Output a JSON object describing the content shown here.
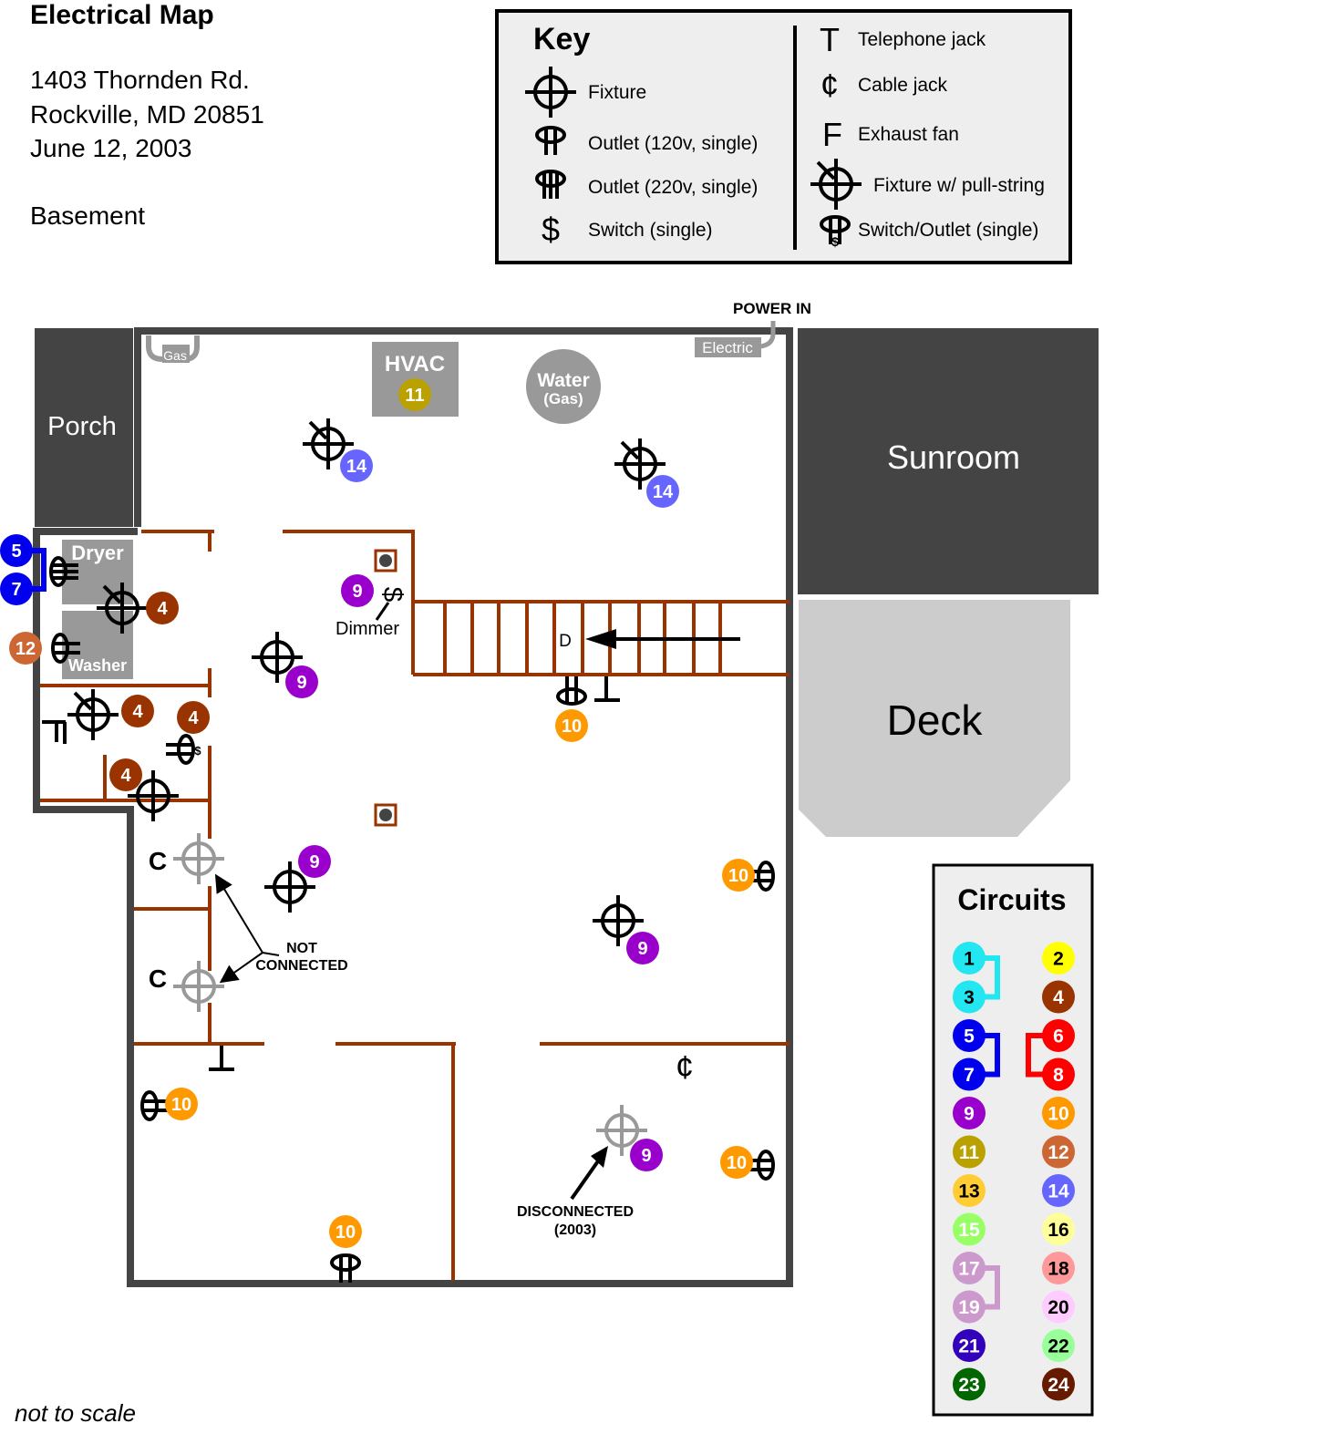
{
  "header": {
    "title": "Electrical Map",
    "address_line1": "1403 Thornden Rd.",
    "address_line2": "Rockville, MD 20851",
    "date": "June 12, 2003",
    "floor": "Basement"
  },
  "footer_note": "not to scale",
  "key": {
    "title": "Key",
    "left_items": [
      {
        "icon": "fixture-icon",
        "label": "Fixture"
      },
      {
        "icon": "outlet-120v-icon",
        "label": "Outlet (120v, single)"
      },
      {
        "icon": "outlet-220v-icon",
        "label": "Outlet (220v, single)"
      },
      {
        "icon": "switch-icon",
        "label": "Switch (single)"
      }
    ],
    "right_items": [
      {
        "icon": "telephone-jack-icon",
        "label": "Telephone jack"
      },
      {
        "icon": "cable-jack-icon",
        "label": "Cable jack"
      },
      {
        "icon": "exhaust-fan-icon",
        "label": "Exhaust fan"
      },
      {
        "icon": "fixture-pull-string-icon",
        "label": "Fixture w/ pull-string"
      },
      {
        "icon": "switch-outlet-icon",
        "label": "Switch/Outlet (single)"
      }
    ],
    "switch_glyph": "$",
    "telephone_glyph": "T",
    "cable_glyph": "¢",
    "fan_glyph": "F"
  },
  "map": {
    "power_in": "POWER IN",
    "electric_label": "Electric",
    "gas_label": "Gas",
    "hvac_label": "HVAC",
    "water_label": "Water",
    "water_sub": "(Gas)",
    "porch": "Porch",
    "sunroom": "Sunroom",
    "deck": "Deck",
    "dryer": "Dryer",
    "washer": "Washer",
    "dimmer": "Dimmer",
    "stairs_down": "D",
    "closet_marker": "C",
    "not_connected_1": "NOT",
    "not_connected_2": "CONNECTED",
    "disconnected_1": "DISCONNECTED",
    "disconnected_2": "(2003)",
    "badges": [
      {
        "circuit": "11",
        "where": "hvac"
      },
      {
        "circuit": "14",
        "where": "fixture-upper-left"
      },
      {
        "circuit": "14",
        "where": "fixture-upper-right"
      },
      {
        "circuit": "5",
        "where": "dryer-outlet"
      },
      {
        "circuit": "7",
        "where": "dryer-outlet"
      },
      {
        "circuit": "4",
        "where": "laundry-fixture"
      },
      {
        "circuit": "12",
        "where": "washer-outlet"
      },
      {
        "circuit": "4",
        "where": "bath-fixture"
      },
      {
        "circuit": "4",
        "where": "bath-switch-outlet"
      },
      {
        "circuit": "4",
        "where": "closet-fixture"
      },
      {
        "circuit": "9",
        "where": "dimmer-switch"
      },
      {
        "circuit": "9",
        "where": "center-fixture"
      },
      {
        "circuit": "10",
        "where": "stair-outlet"
      },
      {
        "circuit": "9",
        "where": "middle-left-fixture"
      },
      {
        "circuit": "10",
        "where": "right-wall-outlet-upper"
      },
      {
        "circuit": "9",
        "where": "middle-right-fixture"
      },
      {
        "circuit": "10",
        "where": "left-wall-outlet-lower"
      },
      {
        "circuit": "9",
        "where": "disconnected-fixture"
      },
      {
        "circuit": "10",
        "where": "right-wall-outlet-lower"
      },
      {
        "circuit": "10",
        "where": "bottom-wall-outlet"
      }
    ]
  },
  "circuits": {
    "title": "Circuits",
    "items": [
      {
        "n": "1",
        "color": "#22e6f0",
        "text": "#000000"
      },
      {
        "n": "2",
        "color": "#ffff00",
        "text": "#000000"
      },
      {
        "n": "3",
        "color": "#22e6f0",
        "text": "#000000"
      },
      {
        "n": "4",
        "color": "#993300",
        "text": "#ffffff"
      },
      {
        "n": "5",
        "color": "#0000ee",
        "text": "#ffffff"
      },
      {
        "n": "6",
        "color": "#ff0000",
        "text": "#ffffff"
      },
      {
        "n": "7",
        "color": "#0000ee",
        "text": "#ffffff"
      },
      {
        "n": "8",
        "color": "#ff0000",
        "text": "#ffffff"
      },
      {
        "n": "9",
        "color": "#9900cc",
        "text": "#ffffff"
      },
      {
        "n": "10",
        "color": "#ff9900",
        "text": "#ffffff"
      },
      {
        "n": "11",
        "color": "#bba100",
        "text": "#ffffff"
      },
      {
        "n": "12",
        "color": "#cc6633",
        "text": "#ffffff"
      },
      {
        "n": "13",
        "color": "#ffcc33",
        "text": "#000000"
      },
      {
        "n": "14",
        "color": "#6666ff",
        "text": "#ffffff"
      },
      {
        "n": "15",
        "color": "#99ff66",
        "text": "#ffffff"
      },
      {
        "n": "16",
        "color": "#ffff99",
        "text": "#000000"
      },
      {
        "n": "17",
        "color": "#cc99cc",
        "text": "#ffffff"
      },
      {
        "n": "18",
        "color": "#ff9999",
        "text": "#000000"
      },
      {
        "n": "19",
        "color": "#cc99cc",
        "text": "#ffffff"
      },
      {
        "n": "20",
        "color": "#ffccff",
        "text": "#000000"
      },
      {
        "n": "21",
        "color": "#3300bb",
        "text": "#ffffff"
      },
      {
        "n": "22",
        "color": "#99ff99",
        "text": "#000000"
      },
      {
        "n": "23",
        "color": "#006600",
        "text": "#ffffff"
      },
      {
        "n": "24",
        "color": "#661a00",
        "text": "#ffffff"
      }
    ],
    "linked_pairs": [
      [
        "1",
        "3"
      ],
      [
        "5",
        "7"
      ],
      [
        "6",
        "8"
      ],
      [
        "17",
        "19"
      ]
    ]
  },
  "colors": {
    "wall": "#444444",
    "interior_wall": "#993300",
    "appliance_gray": "#999999",
    "dark_room": "#444444",
    "deck": "#cccccc",
    "key_bg": "#eeeeee",
    "disconnected": "#999999"
  }
}
